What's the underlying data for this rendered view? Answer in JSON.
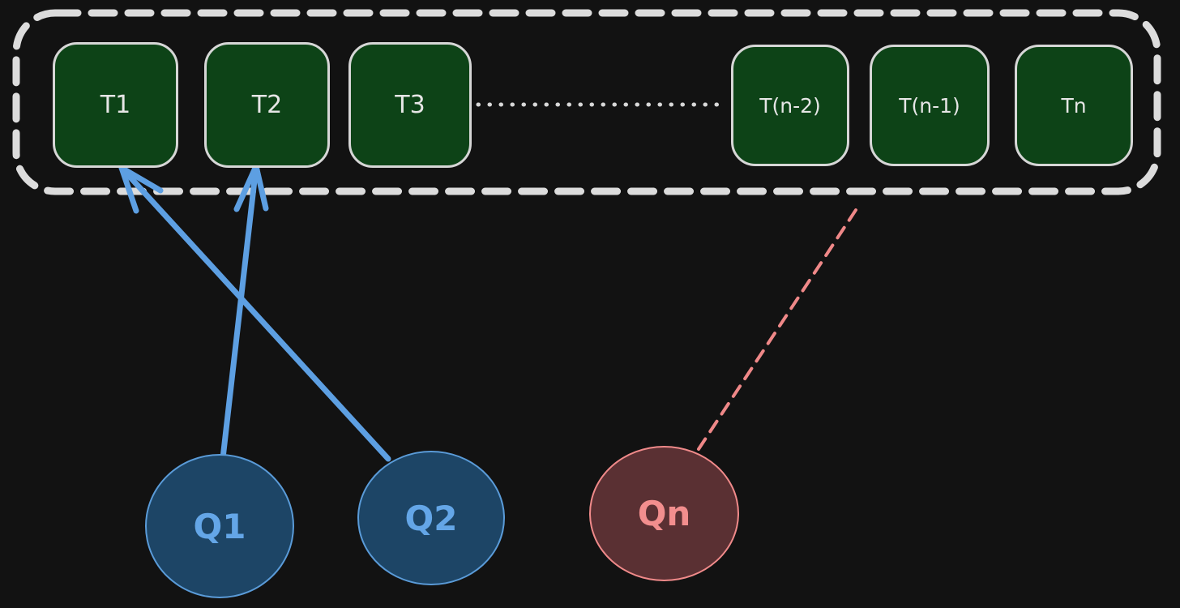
{
  "diagram": {
    "description": "Attention diagram: queries attending to tokens in a context window",
    "colors": {
      "background": "#121212",
      "container_border": "#dcdcdc",
      "token_fill": "#0d4317",
      "token_border": "#d6d6d6",
      "token_text": "#e6e6e6",
      "query_blue_fill": "#1d4566",
      "query_blue_border": "#5a9bd8",
      "query_blue_text": "#64a6e7",
      "arrow_blue": "#5d9fe2",
      "query_red_fill": "#5a3033",
      "query_red_border": "#f08a8a",
      "query_red_text": "#f28e8e",
      "dashed_red_line": "#ef8888",
      "dotted_line": "#d8d8d8"
    },
    "context_window": {
      "tokens": [
        {
          "id": "t1",
          "label": "T1"
        },
        {
          "id": "t2",
          "label": "T2"
        },
        {
          "id": "t3",
          "label": "T3"
        },
        {
          "id": "tn2",
          "label": "T(n-2)"
        },
        {
          "id": "tn1",
          "label": "T(n-1)"
        },
        {
          "id": "tn",
          "label": "Tn"
        }
      ],
      "ellipsis_between": [
        "T3",
        "T(n-2)"
      ]
    },
    "queries": [
      {
        "id": "q1",
        "label": "Q1",
        "color": "blue"
      },
      {
        "id": "q2",
        "label": "Q2",
        "color": "blue"
      },
      {
        "id": "qn",
        "label": "Qn",
        "color": "red"
      }
    ],
    "connections": [
      {
        "from": "Q1",
        "to": "T2",
        "style": "solid-arrow",
        "color": "blue"
      },
      {
        "from": "Q2",
        "to": "T1",
        "style": "solid-arrow",
        "color": "blue"
      },
      {
        "from": "Qn",
        "to": "T(n-1)",
        "style": "dashed-line",
        "color": "red"
      }
    ]
  }
}
